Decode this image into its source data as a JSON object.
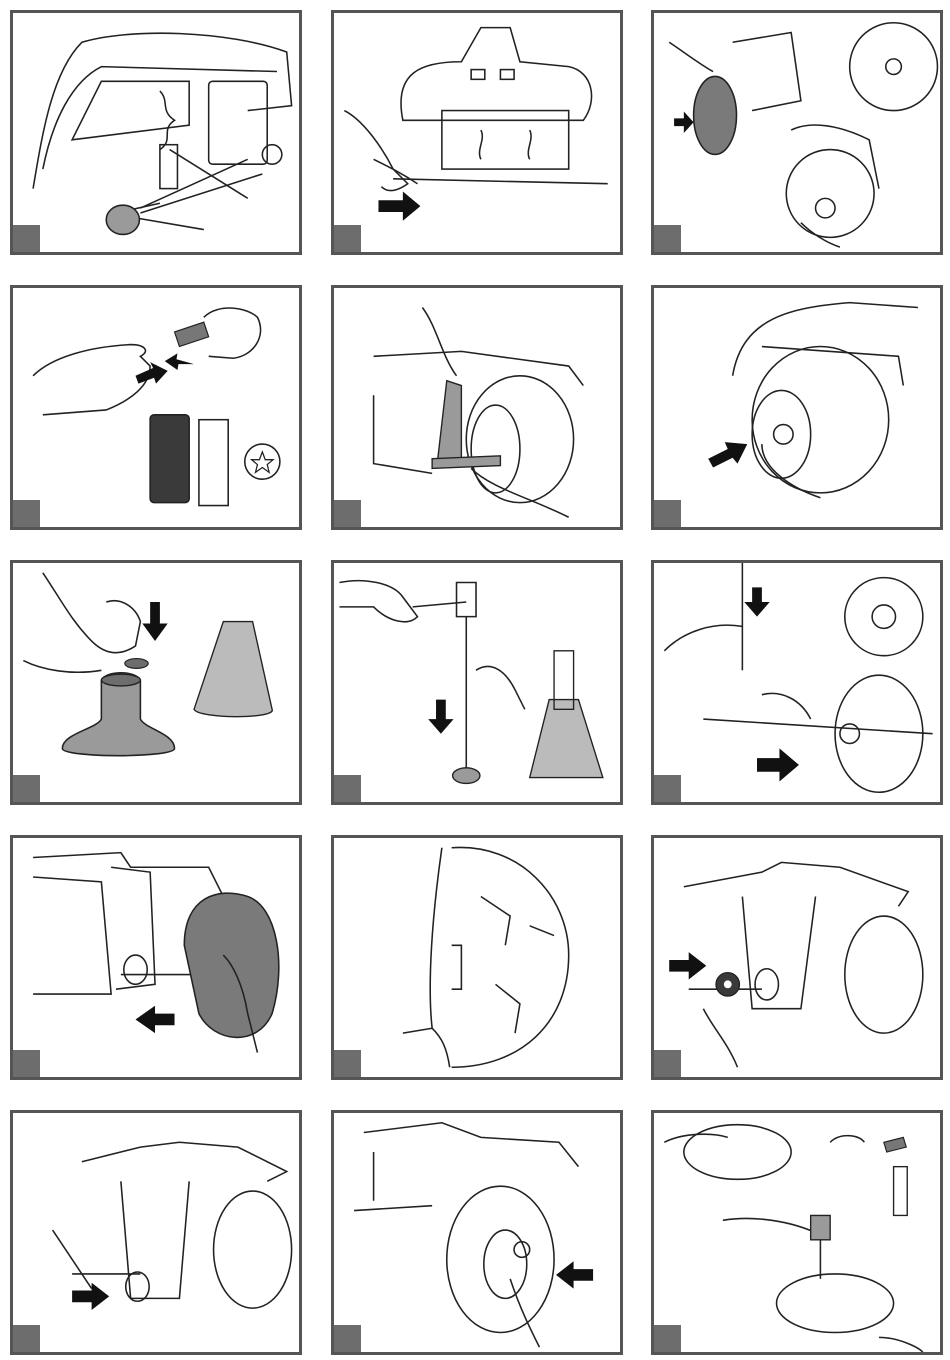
{
  "page": {
    "type": "assembly-instructions",
    "rows": 5,
    "columns": 3,
    "text": ""
  },
  "colors": {
    "frame": "#555555",
    "badge": "#6d6d6d",
    "line_art": "#222222",
    "part_fill": "#9a9a9a",
    "dark_part": "#3a3a3a",
    "arrow": "#111111"
  },
  "panels": [
    {
      "row": 1,
      "col": 1,
      "depicts": [
        "vehicle-rear-icon",
        "axle-cap-icon",
        "pointer-line-icon"
      ]
    },
    {
      "row": 1,
      "col": 2,
      "depicts": [
        "vehicle-front-icon",
        "hand-icon",
        "axle-icon",
        "arrow-right-icon"
      ]
    },
    {
      "row": 1,
      "col": 3,
      "depicts": [
        "wheel-icon",
        "hand-icon",
        "arrow-right-icon"
      ]
    },
    {
      "row": 2,
      "col": 1,
      "depicts": [
        "hand-icon",
        "bushing-icon",
        "retaining-washer-icon",
        "arrow-icon"
      ]
    },
    {
      "row": 2,
      "col": 2,
      "depicts": [
        "screwdriver-icon",
        "wheel-icon",
        "hand-icon"
      ]
    },
    {
      "row": 2,
      "col": 3,
      "depicts": [
        "wheel-icon",
        "hand-icon",
        "arrow-right-icon"
      ]
    },
    {
      "row": 3,
      "col": 1,
      "depicts": [
        "hand-icon",
        "cap-nut-icon",
        "arrow-down-icon"
      ]
    },
    {
      "row": 3,
      "col": 2,
      "depicts": [
        "hammer-icon",
        "axle-icon",
        "cap-nut-icon",
        "arrow-down-icon"
      ]
    },
    {
      "row": 3,
      "col": 3,
      "depicts": [
        "axle-icon",
        "wheel-icon",
        "hand-icon",
        "arrow-right-icon"
      ]
    },
    {
      "row": 4,
      "col": 1,
      "depicts": [
        "vehicle-rear-icon",
        "wheel-icon",
        "hand-icon",
        "arrow-left-icon"
      ]
    },
    {
      "row": 4,
      "col": 2,
      "depicts": [
        "wheel-icon",
        "fender-icon"
      ]
    },
    {
      "row": 4,
      "col": 3,
      "depicts": [
        "vehicle-rear-icon",
        "washer-icon",
        "hand-icon",
        "arrow-right-icon"
      ]
    },
    {
      "row": 5,
      "col": 1,
      "depicts": [
        "vehicle-rear-icon",
        "axle-icon",
        "hand-icon",
        "arrow-right-icon"
      ]
    },
    {
      "row": 5,
      "col": 2,
      "depicts": [
        "vehicle-rear-icon",
        "wheel-icon",
        "hand-icon",
        "arrow-left-icon"
      ]
    },
    {
      "row": 5,
      "col": 3,
      "depicts": [
        "wheel-icon",
        "hammer-icon",
        "hand-icon",
        "bushing-icon"
      ]
    }
  ]
}
